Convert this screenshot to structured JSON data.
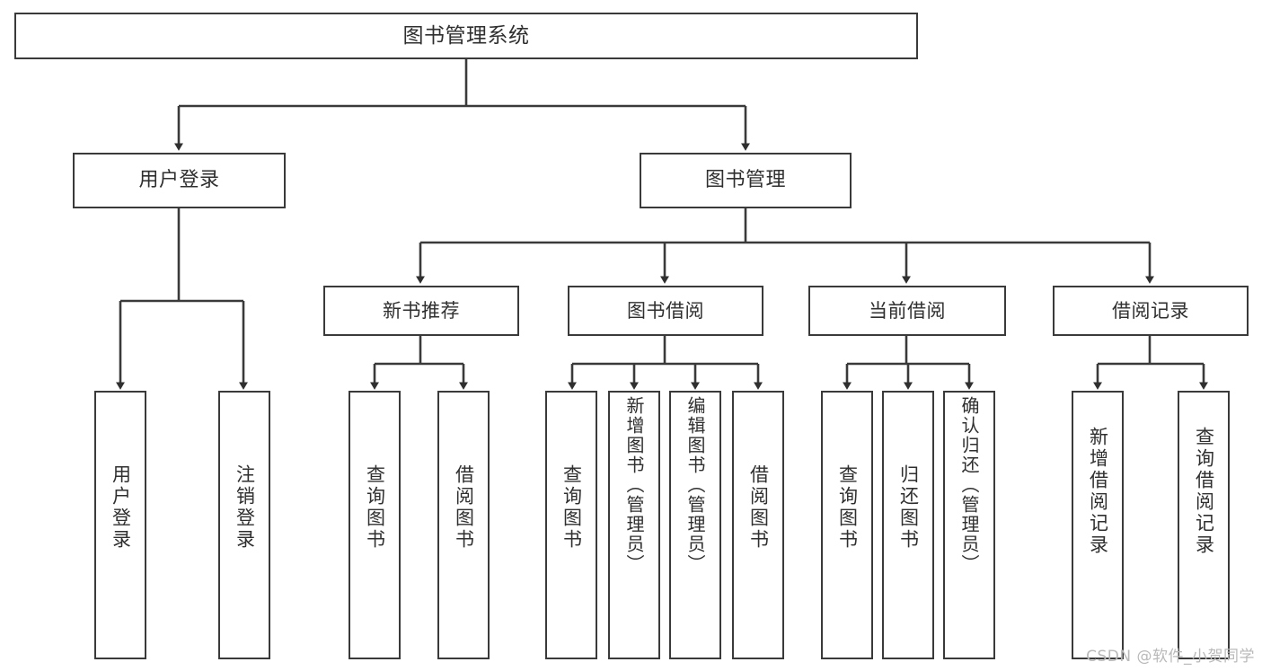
{
  "diagram": {
    "type": "tree-hierarchy-chart",
    "title": "图书管理系统",
    "line_color": "#3a3a3a",
    "box_fill": "#ffffff",
    "text_color": "#2f2f2f",
    "root": {
      "id": "root",
      "label": "图书管理系统"
    },
    "level2": [
      {
        "id": "user-login",
        "label": "用户登录"
      },
      {
        "id": "book-manage",
        "label": "图书管理"
      }
    ],
    "level3": [
      {
        "id": "new-book-rec",
        "label": "新书推荐"
      },
      {
        "id": "book-borrow",
        "label": "图书借阅"
      },
      {
        "id": "current-borrow",
        "label": "当前借阅"
      },
      {
        "id": "borrow-record",
        "label": "借阅记录"
      }
    ],
    "leaves": {
      "user_login": [
        {
          "id": "leaf-user-login",
          "label": "用户登录"
        },
        {
          "id": "leaf-logout-login",
          "label": "注销登录"
        }
      ],
      "new_book_rec": [
        {
          "id": "leaf-query-book-1",
          "label": "查询图书"
        },
        {
          "id": "leaf-borrow-book-1",
          "label": "借阅图书"
        }
      ],
      "book_borrow": [
        {
          "id": "leaf-query-book-2",
          "label": "查询图书"
        },
        {
          "id": "leaf-add-book-admin",
          "label": "新增图书（管理员）"
        },
        {
          "id": "leaf-edit-book-admin",
          "label": "编辑图书（管理员）"
        },
        {
          "id": "leaf-borrow-book-2",
          "label": "借阅图书"
        }
      ],
      "current_borrow": [
        {
          "id": "leaf-query-book-3",
          "label": "查询图书"
        },
        {
          "id": "leaf-return-book",
          "label": "归还图书"
        },
        {
          "id": "leaf-confirm-return-admin",
          "label": "确认归还（管理员）"
        }
      ],
      "borrow_record": [
        {
          "id": "leaf-add-borrow-record",
          "label": "新增借阅记录"
        },
        {
          "id": "leaf-query-borrow-record",
          "label": "查询借阅记录"
        }
      ]
    }
  },
  "watermark": {
    "text": "CSDN @软件_小贺同学"
  }
}
